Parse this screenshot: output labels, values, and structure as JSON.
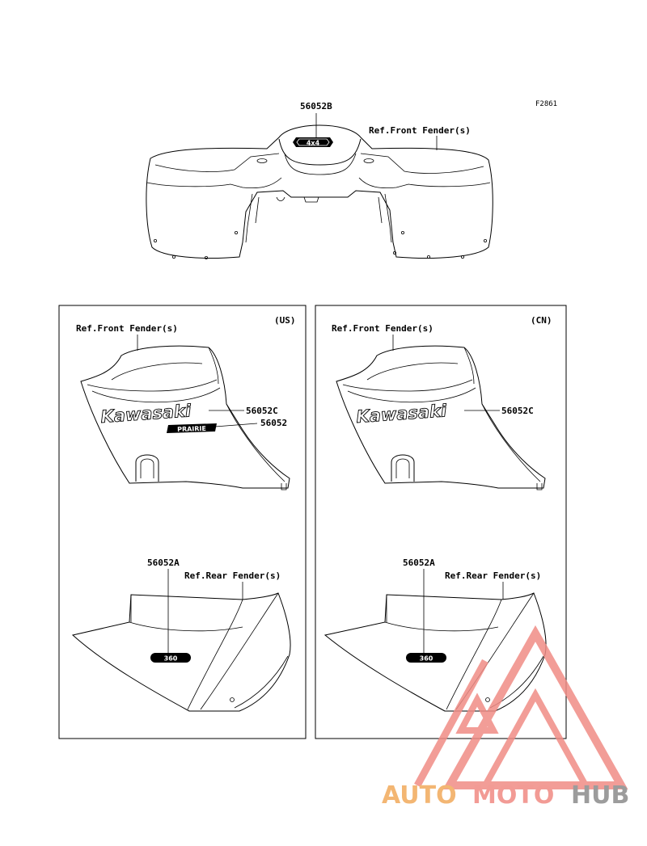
{
  "figure_code": "F2861",
  "top": {
    "part_label": "56052B",
    "ref_label": "Ref.Front Fender(s)",
    "badge_text": "4x4"
  },
  "panel_us": {
    "region": "(US)",
    "ref_front": "Ref.Front Fender(s)",
    "part_c": "56052C",
    "part_plain": "56052",
    "brand_text": "Kawasaki",
    "model_text": "PRAIRIE",
    "part_a": "56052A",
    "ref_rear": "Ref.Rear Fender(s)",
    "rear_decal_text": "360"
  },
  "panel_cn": {
    "region": "(CN)",
    "ref_front": "Ref.Front Fender(s)",
    "part_c": "56052C",
    "brand_text": "Kawasaki",
    "part_a": "56052A",
    "ref_rear": "Ref.Rear Fender(s)",
    "rear_decal_text": "360"
  },
  "watermark": {
    "part1": "AUTO",
    "part2": "MOTO",
    "part3": "HUB",
    "colors": {
      "auto": "#f3b673",
      "moto": "#f29b95",
      "hub": "#9c9c9c",
      "logo": "#f08c86"
    }
  }
}
